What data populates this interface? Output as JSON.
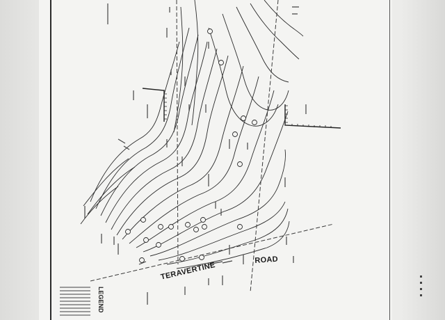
{
  "document": {
    "road_label_part1": "TERAVERTINE",
    "road_label_part2": "ROAD",
    "legend_title": "LEGEND"
  },
  "colors": {
    "paper": "#f4f4f2",
    "ink": "#2a2a2a",
    "background": "#e6e6e4"
  }
}
